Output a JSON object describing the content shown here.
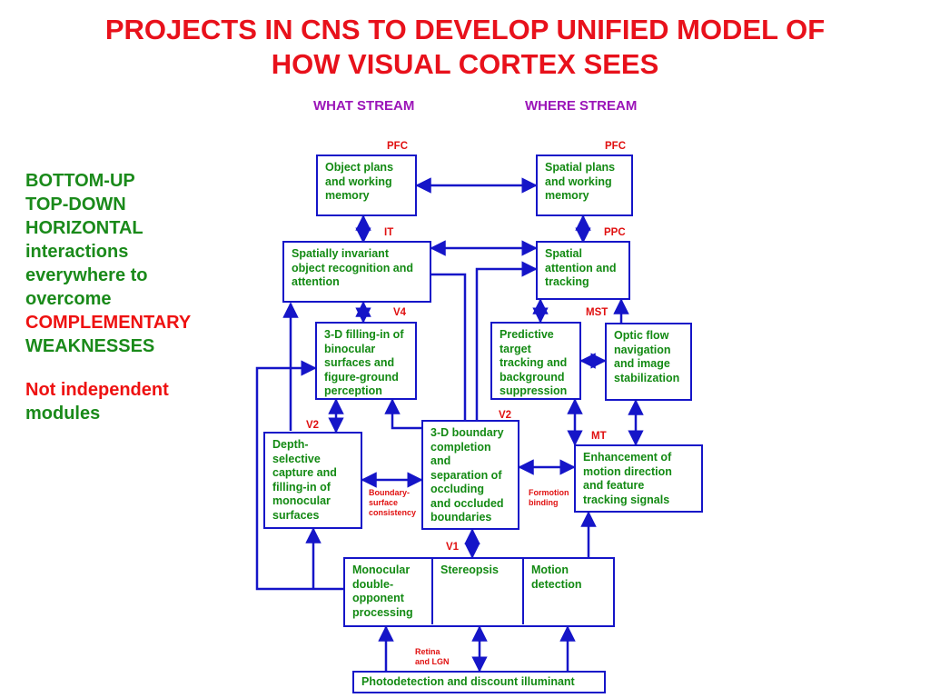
{
  "title": {
    "line1": "PROJECTS IN CNS TO DEVELOP UNIFIED MODEL OF",
    "line2": "HOW VISUAL CORTEX SEES"
  },
  "streams": {
    "what": "WHAT STREAM",
    "where": "WHERE STREAM"
  },
  "left_text": {
    "l1": "BOTTOM-UP",
    "l2": "TOP-DOWN",
    "l3": "HORIZONTAL",
    "l4": "interactions",
    "l5": "everywhere to",
    "l6": "overcome",
    "l7": "COMPLEMENTARY",
    "l8": "WEAKNESSES",
    "l9": "Not independent",
    "l10": "modules"
  },
  "region_labels": {
    "pfc_left": "PFC",
    "pfc_right": "PFC",
    "it": "IT",
    "ppc": "PPC",
    "v4": "V4",
    "mst": "MST",
    "v2_left": "V2",
    "v2_right": "V2",
    "mt": "MT",
    "v1": "V1"
  },
  "boxes": {
    "object_plans": "Object plans\nand working\nmemory",
    "spatial_plans": "Spatial plans\nand working\nmemory",
    "invariant": "Spatially invariant\nobject recognition and\nattention",
    "spatial_attention": "Spatial\nattention and\ntracking",
    "filling_3d": "3-D filling-in of\nbinocular\nsurfaces and\nfigure-ground\nperception",
    "predictive": "Predictive\ntarget\ntracking and\nbackground\nsuppression",
    "optic_flow": "Optic flow\nnavigation\nand image\nstabilization",
    "depth_selective": "Depth-\nselective\ncapture and\nfilling-in of\nmonocular\nsurfaces",
    "boundary_3d": "3-D boundary\ncompletion\nand\nseparation of\noccluding\nand occluded\nboundaries",
    "motion_enhance": "Enhancement of\nmotion direction\nand feature\ntracking signals",
    "monocular": "Monocular\ndouble-\nopponent\nprocessing",
    "stereopsis": "Stereopsis",
    "motion_detection": "Motion\ndetection",
    "photodetection": "Photodetection and discount illuminant"
  },
  "annotations": {
    "boundary_surface": "Boundary-\nsurface\nconsistency",
    "formotion": "Formotion\nbinding",
    "retina": "Retina\nand LGN"
  },
  "colors": {
    "title": "#e8111b",
    "stream": "#9b14b8",
    "box_border": "#1515c8",
    "box_text": "#138a13",
    "label": "#e01010"
  }
}
